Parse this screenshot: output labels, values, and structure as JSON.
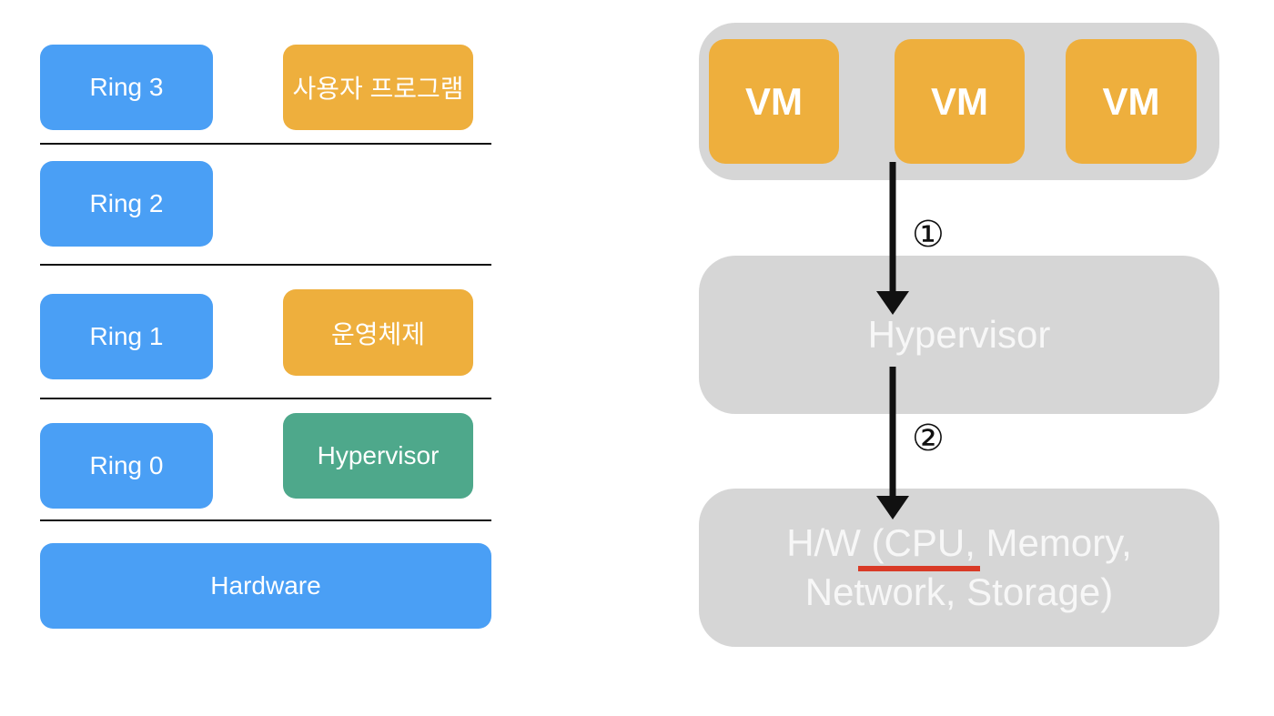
{
  "colors": {
    "ring_blue": "#4a9ff5",
    "program_orange": "#eeaf3d",
    "hypervisor_green": "#4ea88b",
    "panel_gray": "#d6d6d6",
    "underline_red": "#d93a26",
    "arrow_black": "#111111"
  },
  "ring_diagram": {
    "rings": [
      {
        "label": "Ring 3",
        "occupant": "사용자 프로그램"
      },
      {
        "label": "Ring 2",
        "occupant": ""
      },
      {
        "label": "Ring 1",
        "occupant": "운영체제"
      },
      {
        "label": "Ring 0",
        "occupant": "Hypervisor"
      }
    ],
    "hardware_label": "Hardware"
  },
  "virtualization_diagram": {
    "vms": [
      "VM",
      "VM",
      "VM"
    ],
    "hypervisor_label": "Hypervisor",
    "hardware_line1": "H/W (CPU, Memory,",
    "hardware_line2": "Network, Storage)",
    "steps": [
      "①",
      "②"
    ]
  }
}
